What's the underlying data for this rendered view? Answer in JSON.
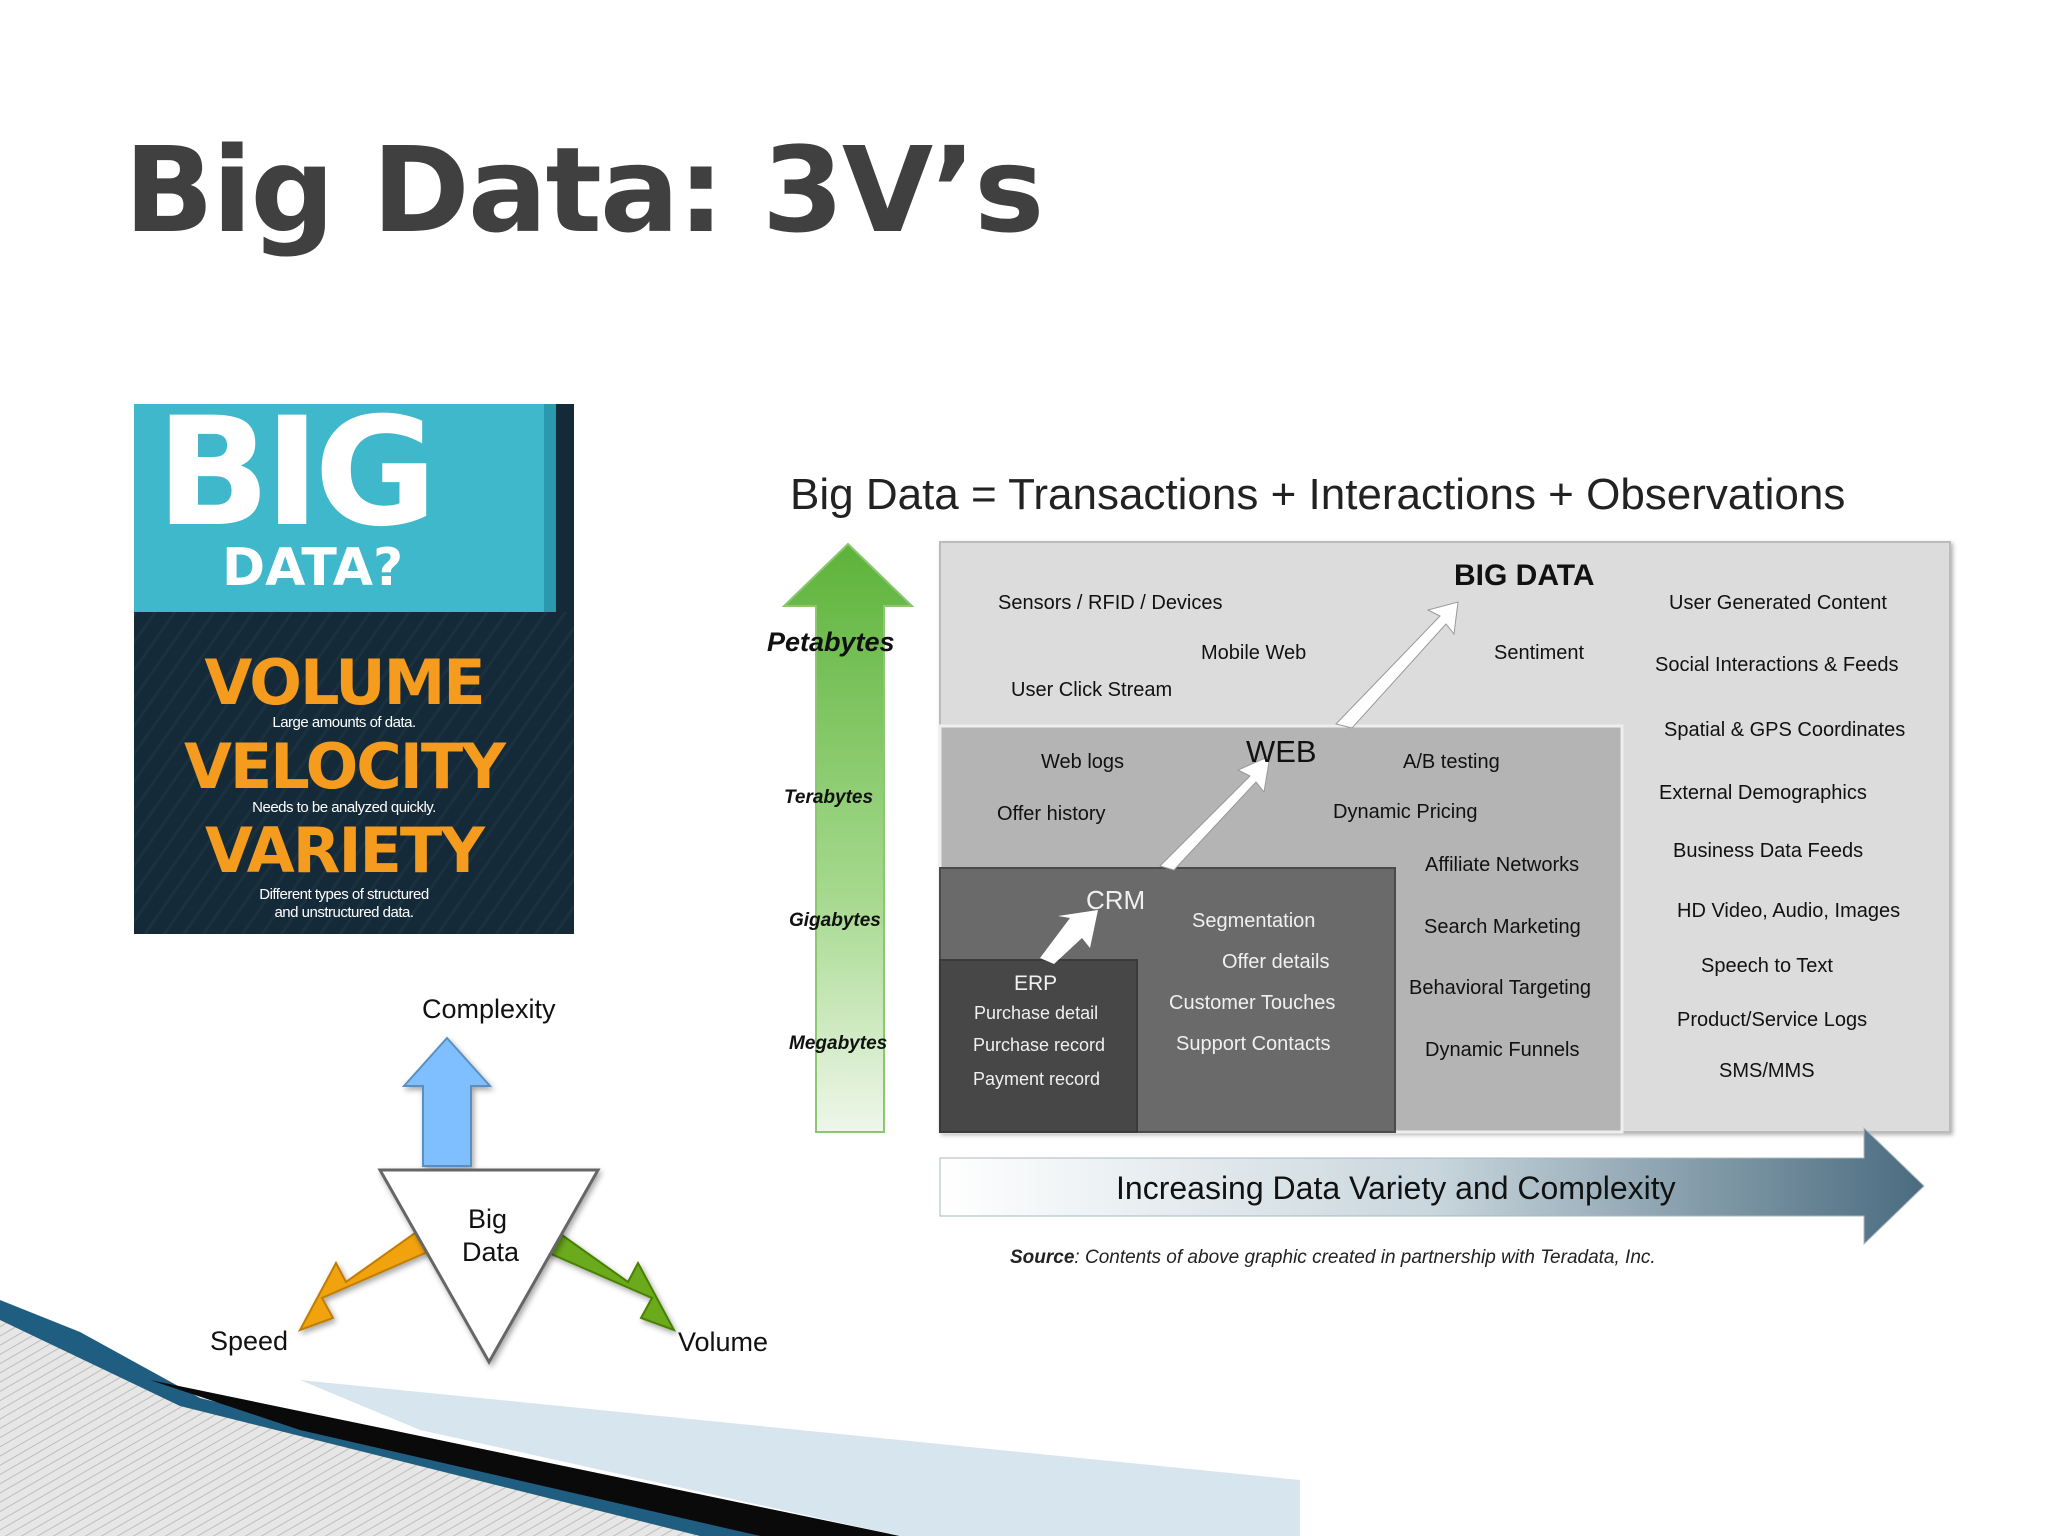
{
  "slide": {
    "title": "Big Data: 3V’s"
  },
  "poster": {
    "big": "BIG",
    "question": "DATA?",
    "volume": "VOLUME",
    "volume_desc": "Large amounts of data.",
    "velocity": "VELOCITY",
    "velocity_desc": "Needs to be analyzed quickly.",
    "variety": "VARIETY",
    "variety_desc_1": "Different types of structured",
    "variety_desc_2": "and unstructured data."
  },
  "triangle": {
    "top": "Complexity",
    "center_1": "Big",
    "center_2": "Data",
    "left": "Speed",
    "right": "Volume",
    "colors": {
      "up": "#7fbfff",
      "left": "#f0a30a",
      "right": "#6aaa1a"
    }
  },
  "diagram": {
    "equation": "Big Data = Transactions + Interactions + Observations",
    "scale": [
      "Petabytes",
      "Terabytes",
      "Gigabytes",
      "Megabytes"
    ],
    "big_data": {
      "title": "BIG DATA",
      "items": [
        "Sensors / RFID / Devices",
        "Mobile Web",
        "User Click Stream",
        "Sentiment"
      ],
      "right_column": [
        "User Generated Content",
        "Social Interactions & Feeds",
        "Spatial & GPS Coordinates",
        "External Demographics",
        "Business Data Feeds",
        "HD Video, Audio, Images",
        "Speech to Text",
        "Product/Service Logs",
        "SMS/MMS"
      ]
    },
    "web": {
      "title": "WEB",
      "items": [
        "Web logs",
        "A/B testing",
        "Offer history",
        "Dynamic Pricing"
      ],
      "column": [
        "Affiliate Networks",
        "Search Marketing",
        "Behavioral Targeting",
        "Dynamic Funnels"
      ]
    },
    "crm": {
      "title": "CRM",
      "items": [
        "Segmentation",
        "Offer details",
        "Customer Touches",
        "Support Contacts"
      ]
    },
    "erp": {
      "title": "ERP",
      "items": [
        "Purchase detail",
        "Purchase record",
        "Payment record"
      ]
    },
    "variety_arrow": "Increasing Data Variety and Complexity",
    "source_bold": "Source",
    "source_rest": ": Contents of above graphic created in partnership with Teradata, Inc."
  }
}
